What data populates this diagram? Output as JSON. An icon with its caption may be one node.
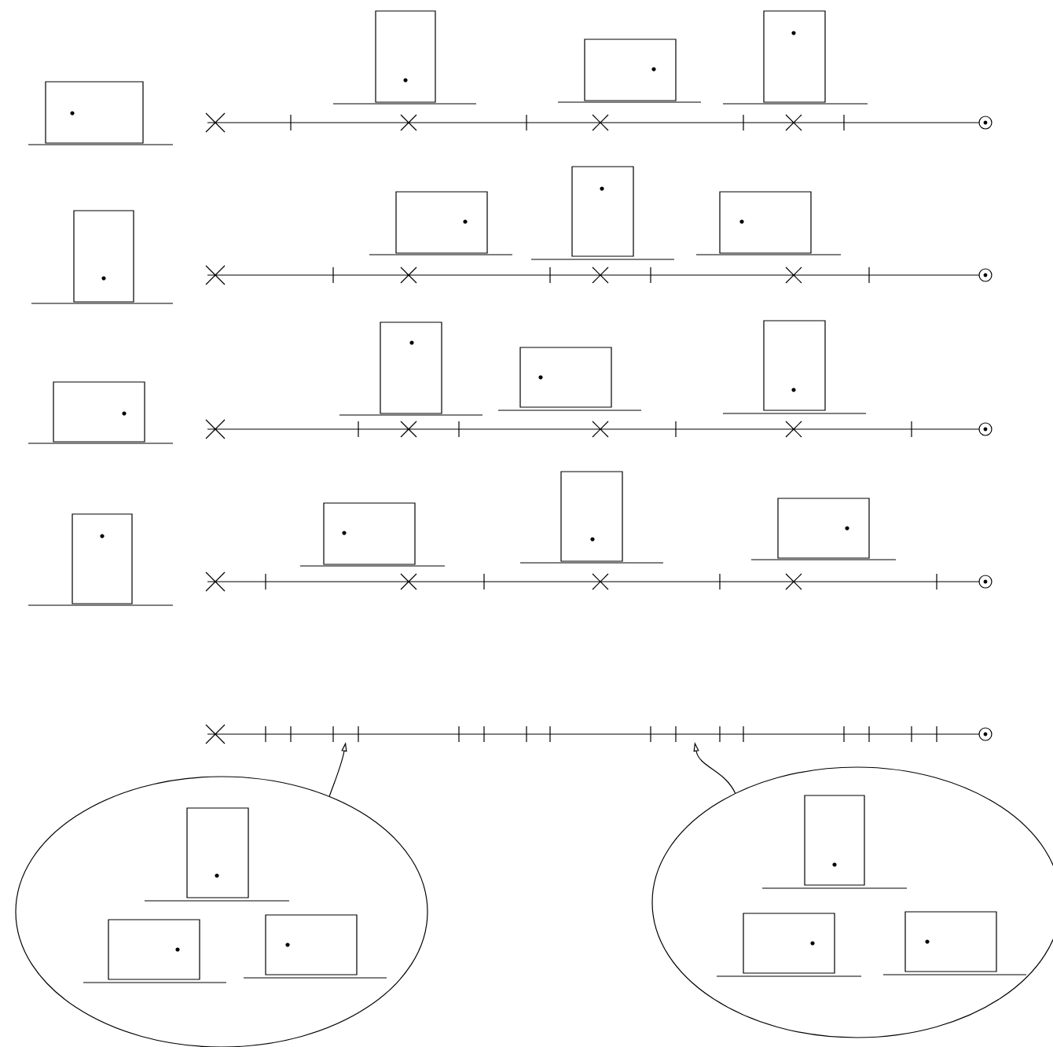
{
  "diagram": {
    "nodes": [
      {
        "text": [],
        "shape": "line"
      },
      {
        "text": [],
        "shape": "ellipse"
      },
      {
        "text": [],
        "shape": "ellipse"
      }
    ],
    "edges": [
      {
        "from": 1,
        "to": 0,
        "arrow": "to"
      },
      {
        "from": 2,
        "to": 0,
        "arrow": "to"
      }
    ]
  }
}
